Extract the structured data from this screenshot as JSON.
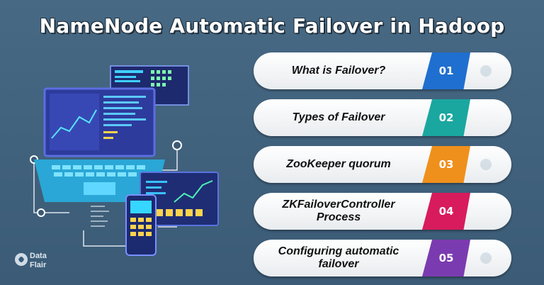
{
  "title": "NameNode Automatic Failover in Hadoop",
  "logo": {
    "line1": "Data",
    "line2": "Flair"
  },
  "items": [
    {
      "label": "What is Failover?",
      "num": "01",
      "color": "#1f6fd0"
    },
    {
      "label": "Types of Failover",
      "num": "02",
      "color": "#1aa7a0"
    },
    {
      "label": "ZooKeeper quorum",
      "num": "03",
      "color": "#f0901c"
    },
    {
      "label": "ZKFailoverController Process",
      "num": "04",
      "color": "#d81b5c"
    },
    {
      "label": "Configuring automatic failover",
      "num": "05",
      "color": "#7b3bb0"
    }
  ]
}
